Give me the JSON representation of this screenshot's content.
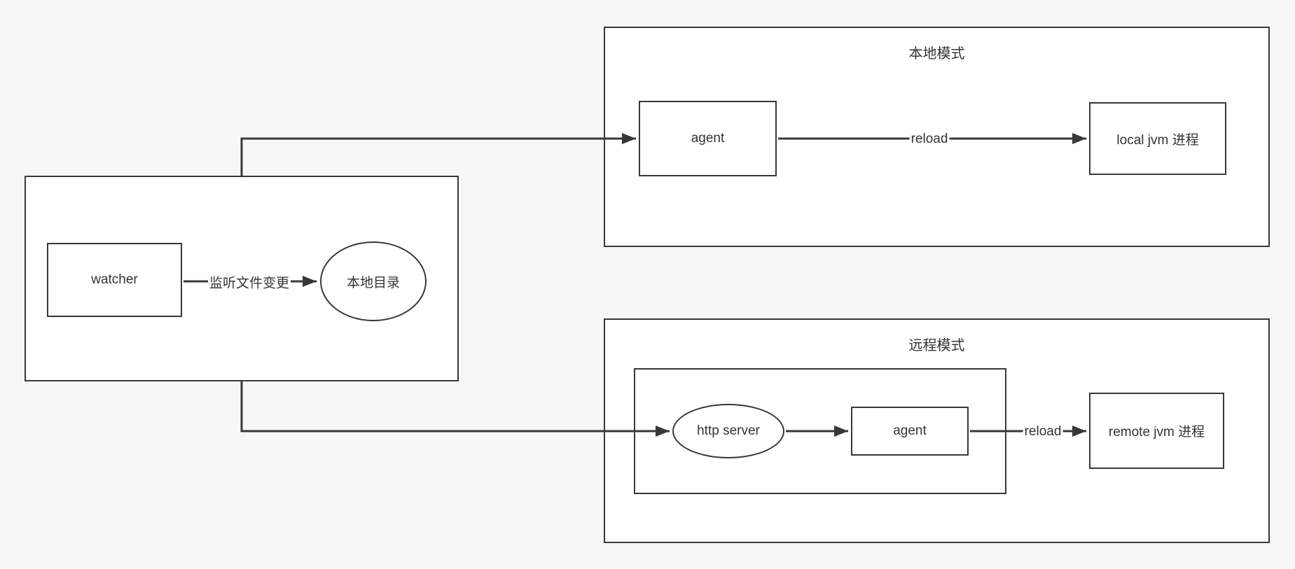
{
  "canvas": {
    "background_color": "#f7f7f7",
    "line_color": "#383838",
    "text_color": "#333333",
    "node_fill_color": "#ffffff"
  },
  "diagram": {
    "left_group": {
      "watcher": {
        "label": "watcher"
      },
      "local_dir": {
        "label": "本地目录"
      },
      "watch_edge": {
        "label": "监听文件变更"
      }
    },
    "local_mode_group": {
      "title": "本地模式",
      "agent": {
        "label": "agent"
      },
      "local_jvm": {
        "label": "local jvm 进程"
      },
      "reload_edge": {
        "label": "reload"
      }
    },
    "remote_mode_group": {
      "title": "远程模式",
      "http_server": {
        "label": "http server"
      },
      "agent": {
        "label": "agent"
      },
      "remote_jvm": {
        "label": "remote jvm 进程"
      },
      "reload_edge": {
        "label": "reload"
      }
    }
  }
}
